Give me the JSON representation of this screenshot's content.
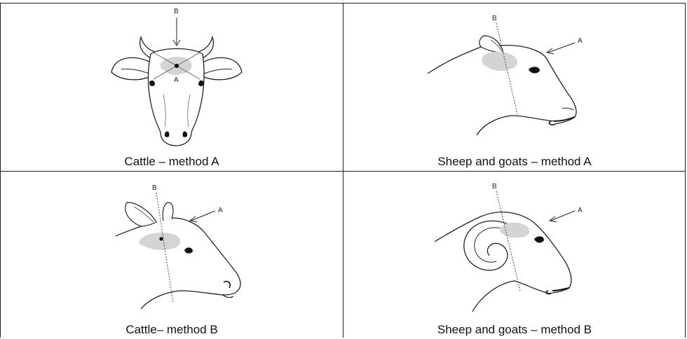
{
  "panels": [
    {
      "caption": "Cattle – method A",
      "label_a": "A",
      "label_b": "B"
    },
    {
      "caption": "Sheep and goats – method A",
      "label_a": "A",
      "label_b": "B"
    },
    {
      "caption": "Cattle– method B",
      "label_a": "A",
      "label_b": "B"
    },
    {
      "caption": "Sheep and goats – method B",
      "label_a": "A",
      "label_b": "B"
    }
  ]
}
